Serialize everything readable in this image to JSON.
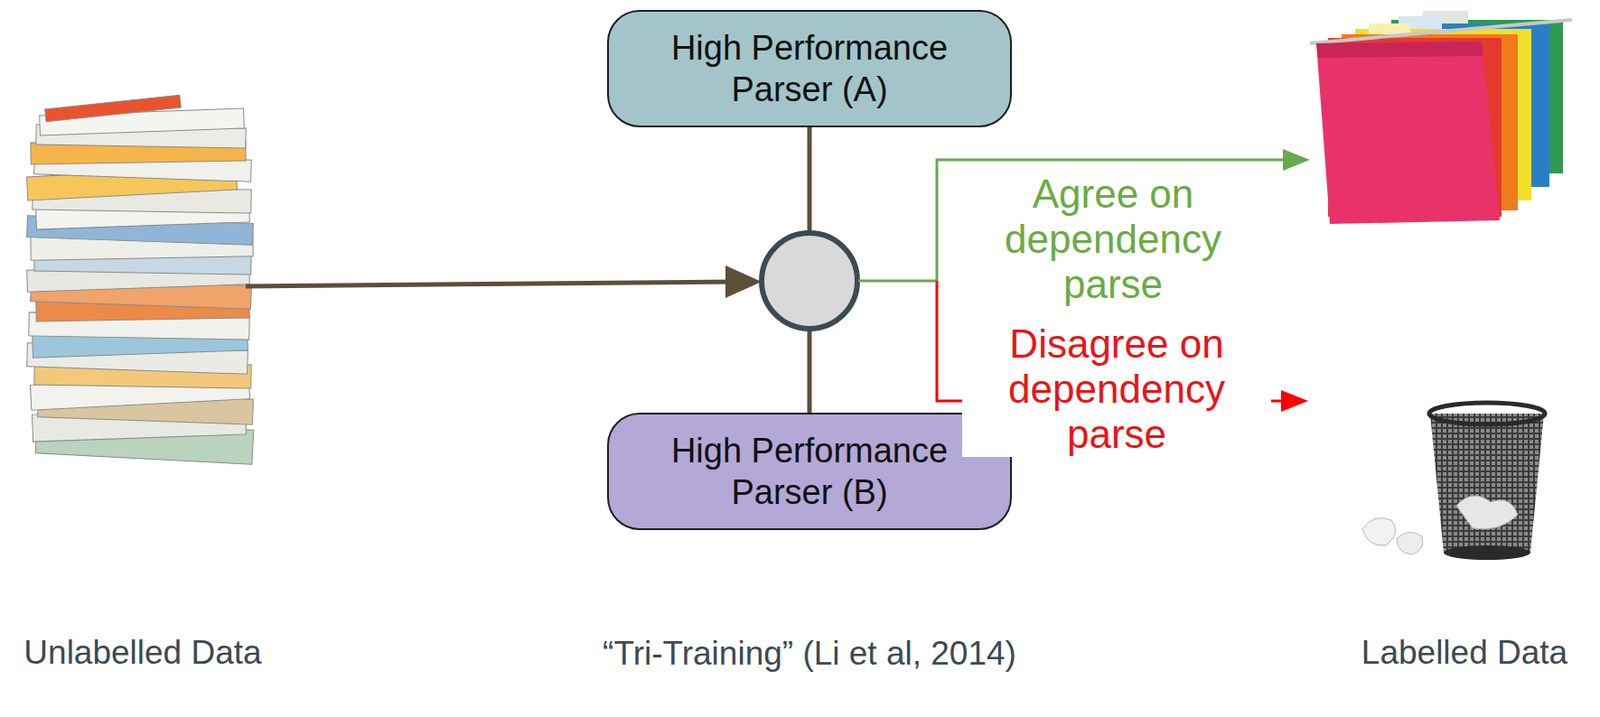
{
  "diagram": {
    "nodes": [
      {
        "text": [
          "High Performance Parser (A)"
        ]
      },
      {
        "text": [
          "High Performance Parser (B)"
        ]
      }
    ],
    "edges": [
      {
        "from": 0,
        "to": 1,
        "arrow": "none"
      }
    ],
    "labels": [
      "Agree on dependency parse",
      "Disagree on dependency parse",
      "Unlabelled Data",
      "“Tri-Training” (Li et al, 2014)",
      "Labelled Data"
    ]
  }
}
